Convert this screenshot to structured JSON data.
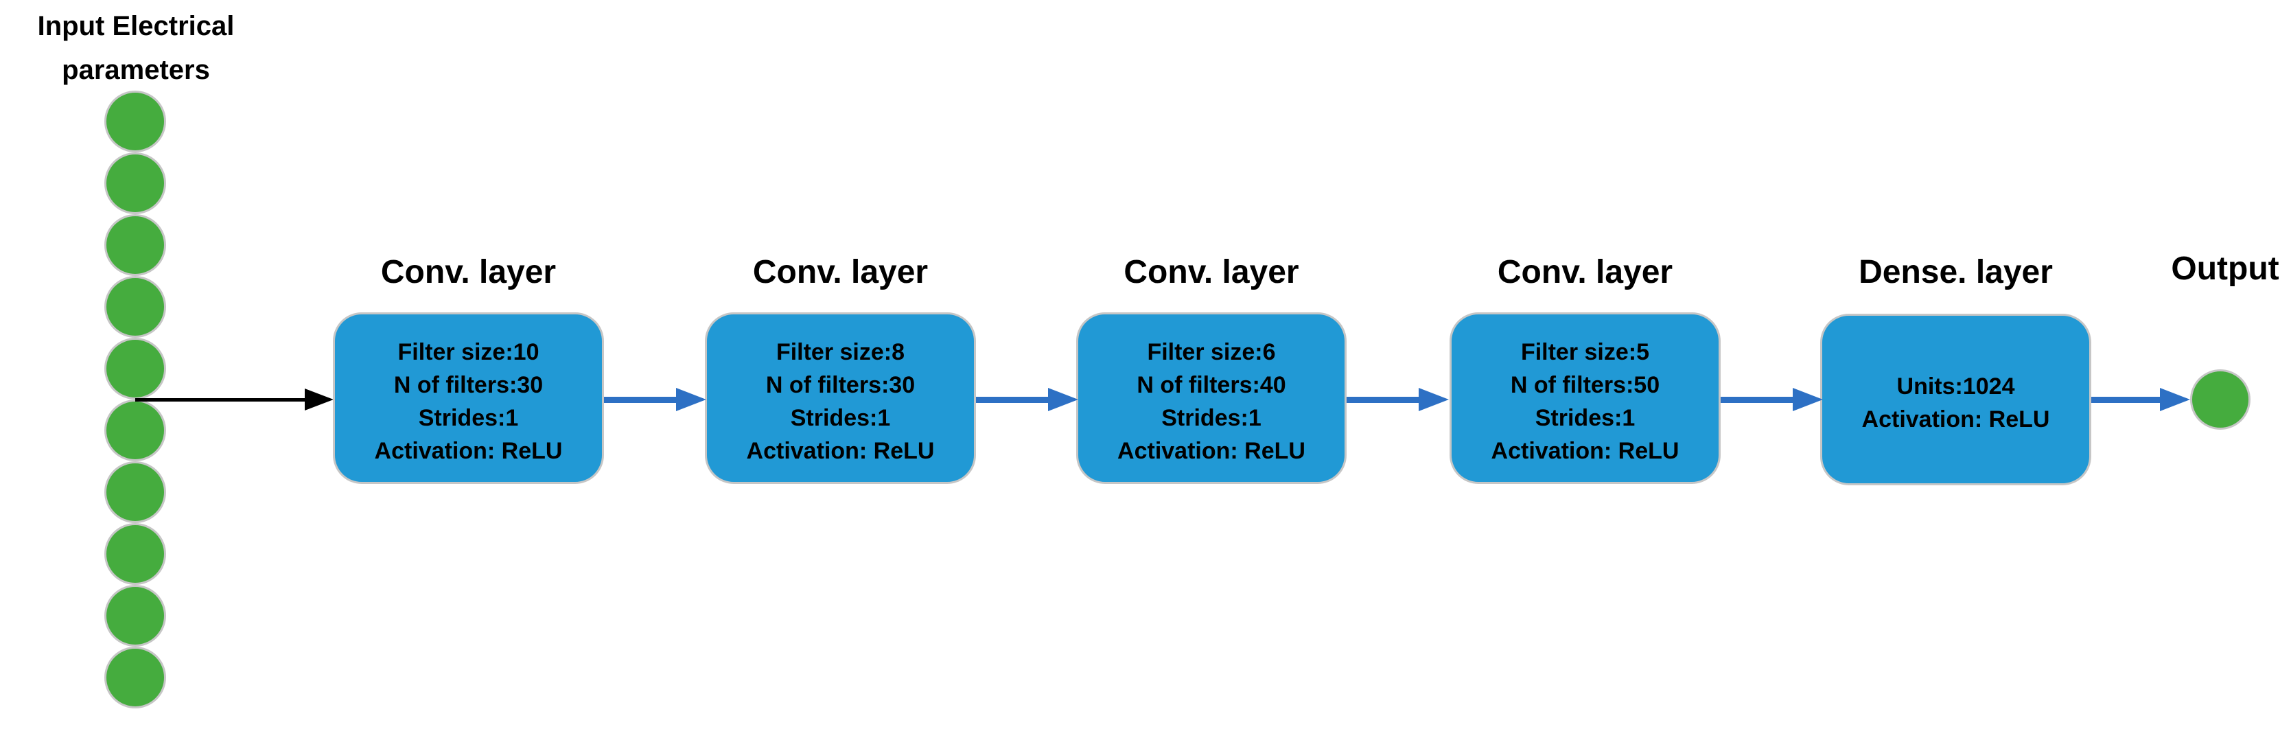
{
  "diagram": {
    "type": "cnn-architecture",
    "input": {
      "title_line1": "Input Electrical",
      "title_line2": "parameters",
      "node_count": 10
    },
    "layers": [
      {
        "title": "Conv. layer",
        "lines": [
          "Filter size:10",
          "N of filters:30",
          "Strides:1",
          "Activation: ReLU"
        ]
      },
      {
        "title": "Conv. layer",
        "lines": [
          "Filter size:8",
          "N of filters:30",
          "Strides:1",
          "Activation: ReLU"
        ]
      },
      {
        "title": "Conv. layer",
        "lines": [
          "Filter size:6",
          "N of filters:40",
          "Strides:1",
          "Activation: ReLU"
        ]
      },
      {
        "title": "Conv. layer",
        "lines": [
          "Filter size:5",
          "N of filters:50",
          "Strides:1",
          "Activation: ReLU"
        ]
      },
      {
        "title": "Dense. layer",
        "lines": [
          "Units:1024",
          "Activation: ReLU"
        ]
      }
    ],
    "output": {
      "label": "Output"
    },
    "colors": {
      "box_fill": "#2199d5",
      "box_border": "#c6c6c6",
      "arrow_blue": "#2d70c4",
      "arrow_black": "#000000",
      "node_green": "#45ac3e",
      "node_border": "#c6c6c6",
      "text": "#000000",
      "background": "#ffffff"
    }
  }
}
